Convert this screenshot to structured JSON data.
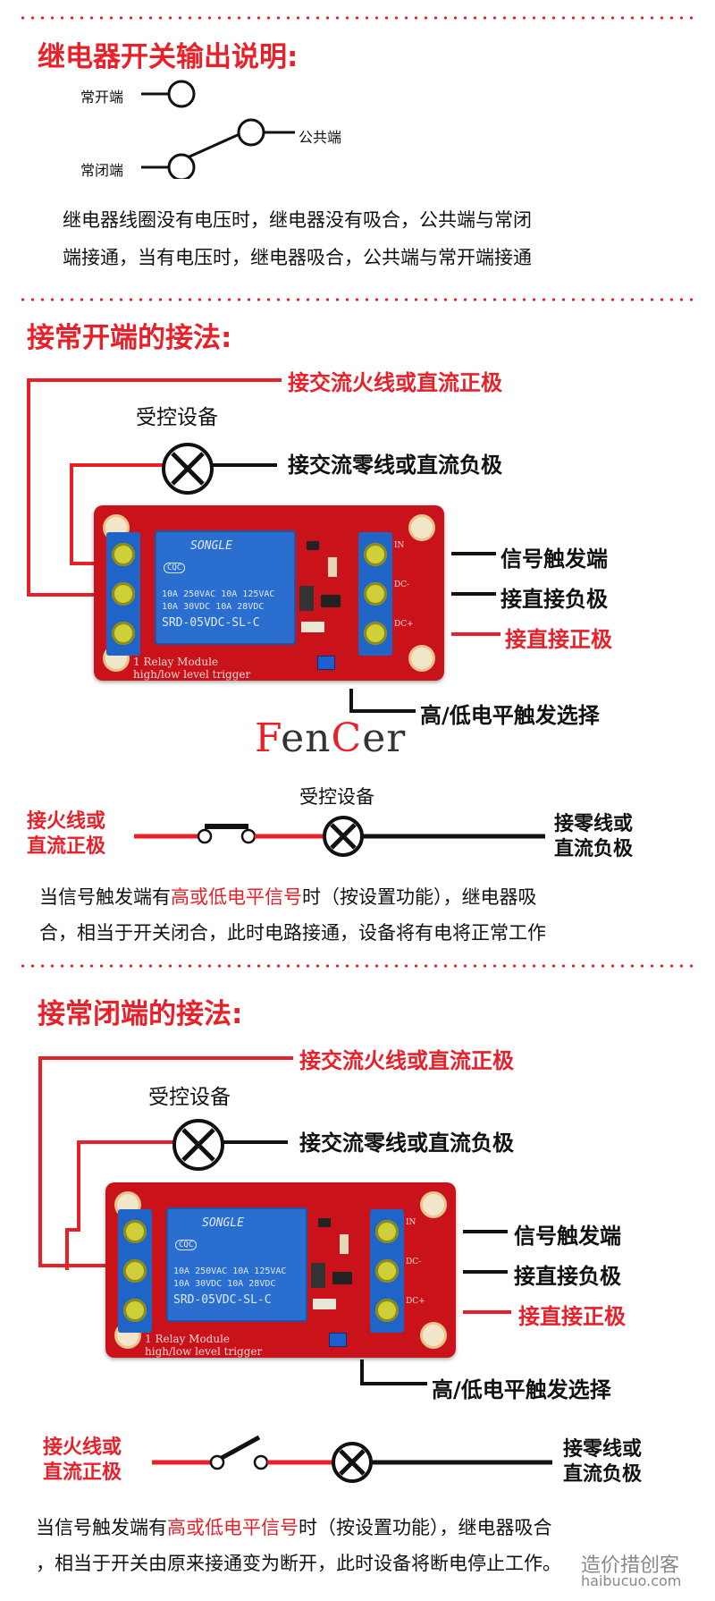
{
  "section1": {
    "title": "继电器开关输出说明:",
    "no_label": "常开端",
    "nc_label": "常闭端",
    "com_label": "公共端",
    "desc_line1": "继电器线圈没有电压时，继电器没有吸合，公共端与常闭",
    "desc_line2": "端接通，当有电压时，继电器吸合，公共端与常开端接通"
  },
  "section2": {
    "title": "接常开端的接法:",
    "ac_live": "接交流火线或直流正极",
    "device": "受控设备",
    "ac_neutral": "接交流零线或直流负极",
    "signal": "信号触发端",
    "neg": "接直接负极",
    "pos": "接直接正极",
    "level_select": "高/低电平触发选择",
    "brand_f": "F",
    "brand_en": "en",
    "brand_c": "C",
    "brand_er": "er",
    "left_line1": "接火线或",
    "left_line2": "直流正极",
    "mini_device": "受控设备",
    "right_line1": "接零线或",
    "right_line2": "直流负极",
    "desc_a": "当信号触发端有",
    "desc_red": "高或低电平信号",
    "desc_b": "时（按设置功能），继电器吸",
    "desc_line2": "合，相当于开关闭合，此时电路接通，设备将有电将正常工作"
  },
  "section3": {
    "title": "接常闭端的接法:",
    "ac_live": "接交流火线或直流正极",
    "device": "受控设备",
    "ac_neutral": "接交流零线或直流负极",
    "signal": "信号触发端",
    "neg": "接直接负极",
    "pos": "接直接正极",
    "level_select": "高/低电平触发选择",
    "left_line1": "接火线或",
    "left_line2": "直流正极",
    "right_line1": "接零线或",
    "right_line2": "直流负极",
    "desc_a": "当信号触发端有",
    "desc_red": "高或低电平信号",
    "desc_b": "时（按设置功能），继电器吸合",
    "desc_line2": "，相当于开关由原来接通变为断开，此时设备将断电停止工作。"
  },
  "board": {
    "brand": "SONGLE",
    "spec1": "10A 250VAC  10A 125VAC",
    "spec2": "10A  30VDC  10A  28VDC",
    "model": "SRD-05VDC-SL-C",
    "silk1": "1 Relay  Module",
    "silk2": "high/low level trigger",
    "pin_in": "IN",
    "pin_dcm": "DC-",
    "pin_dcp": "DC+",
    "cqc": "CQC"
  },
  "watermark": {
    "line1": "造价措创客",
    "line2": "haibucuo.com"
  },
  "colors": {
    "accent_red": "#e8202a",
    "board_red": "#c9121a",
    "relay_blue": "#2a6fcf"
  }
}
